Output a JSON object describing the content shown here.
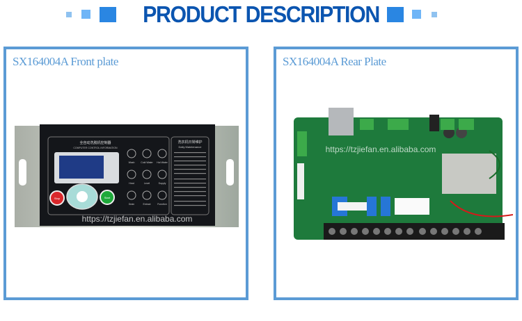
{
  "header": {
    "title": "PRODUCT DESCRIPTION",
    "accent_colors": [
      "#8fc2f0",
      "#6fb5f7",
      "#2a86e2"
    ],
    "title_color": "#0b55b0"
  },
  "panels": [
    {
      "caption": "SX164004A Front plate",
      "image": "front-control-panel-photo",
      "panel_texts": {
        "cn_title": "全自动洗脱机控制器",
        "en_title": "COMPUTER CONTROL INFORMATION",
        "maintenance_cn": "洗衣机日常维护",
        "maintenance_en": "Daily Maintenance",
        "buttons": [
          "Wash",
          "Cold Water",
          "Hot Water",
          "Heat",
          "Level",
          "Supply",
          "Drain",
          "Extract",
          "Function"
        ],
        "stop": "Stop",
        "start": "Start"
      },
      "watermark": "https://tzjiefan.en.alibaba.com"
    },
    {
      "caption": "SX164004A Rear Plate",
      "image": "rear-circuit-board-photo",
      "watermark": "https://tzjiefan.en.alibaba.com"
    }
  ],
  "border_color": "#5b9bd5"
}
